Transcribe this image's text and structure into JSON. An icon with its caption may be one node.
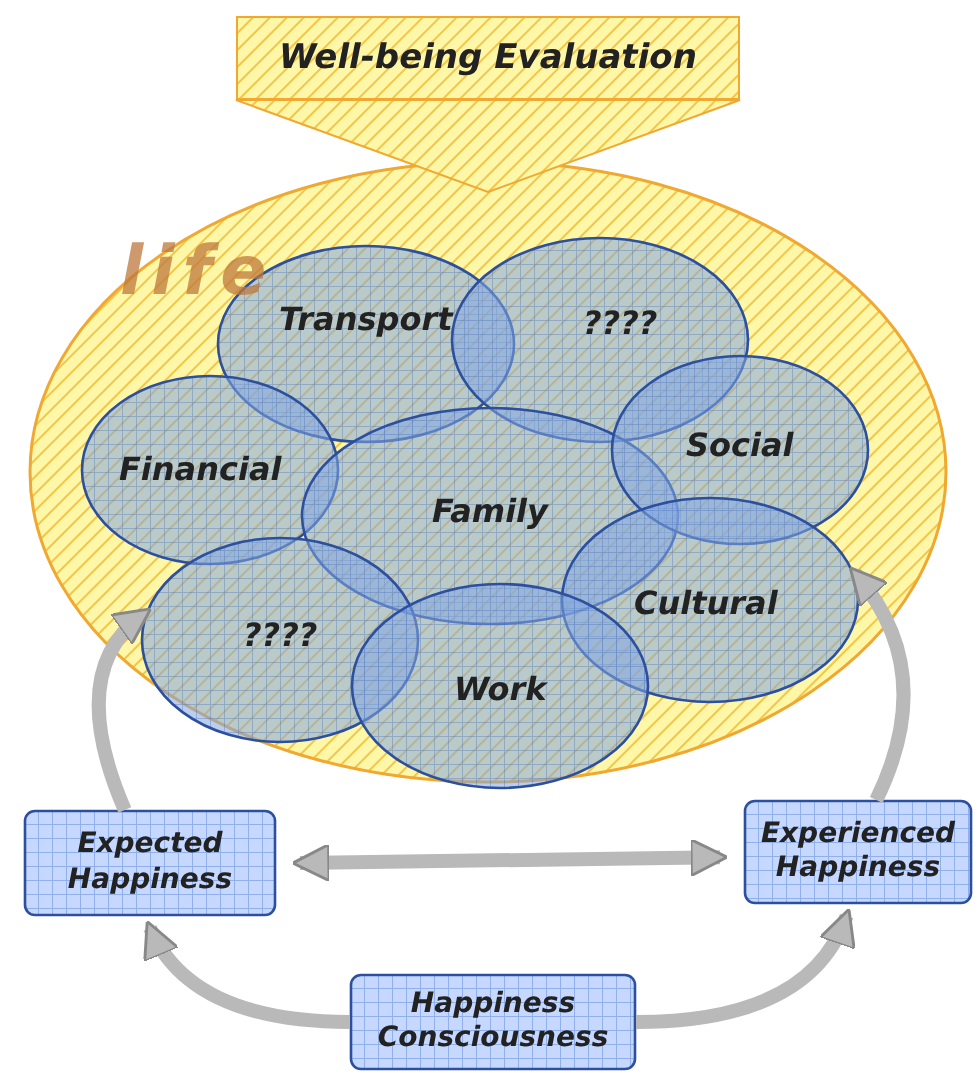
{
  "diagram": {
    "nodes": [
      {
        "text": [
          "Well-being Evaluation"
        ]
      },
      {
        "text": [
          "life"
        ]
      },
      {
        "text": [
          "Transport"
        ],
        "in": 1
      },
      {
        "text": [
          "????"
        ],
        "in": 1
      },
      {
        "text": [
          "Financial"
        ],
        "in": 1
      },
      {
        "text": [
          "Family"
        ],
        "in": 1
      },
      {
        "text": [
          "Social"
        ],
        "in": 1
      },
      {
        "text": [
          "????"
        ],
        "in": 1
      },
      {
        "text": [
          "Cultural"
        ],
        "in": 1
      },
      {
        "text": [
          "Work"
        ],
        "in": 1
      },
      {
        "text": [
          "Expected Happiness"
        ]
      },
      {
        "text": [
          "Experienced Happiness"
        ]
      },
      {
        "text": [
          "Happiness Consciousness"
        ]
      }
    ],
    "edges": [
      {
        "from": 0,
        "to": 1,
        "arrow": "to"
      },
      {
        "from": 10,
        "to": 7,
        "arrow": "to"
      },
      {
        "from": 11,
        "to": 8,
        "arrow": "to"
      },
      {
        "from": 10,
        "to": 11,
        "arrow": "both"
      },
      {
        "from": 12,
        "to": 10,
        "arrow": "to"
      },
      {
        "from": 12,
        "to": 11,
        "arrow": "to"
      }
    ]
  }
}
